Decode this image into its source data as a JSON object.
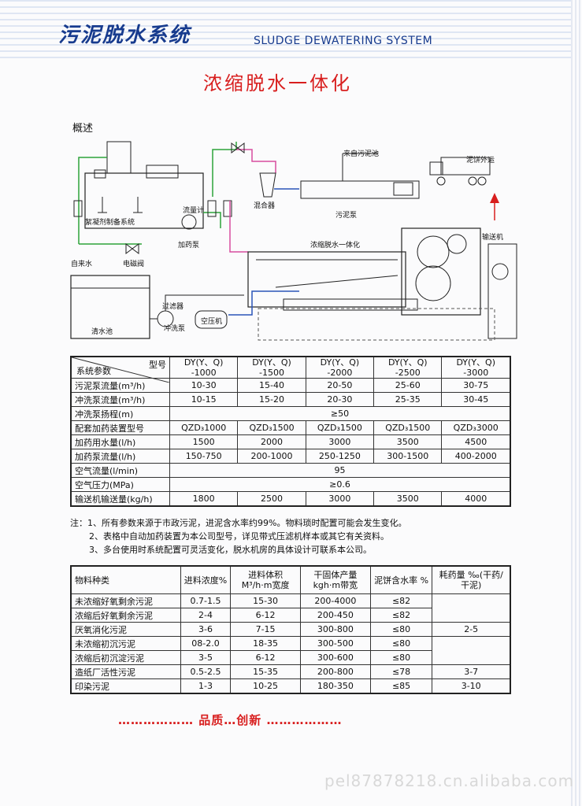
{
  "header": {
    "title_cn": "污泥脱水系统",
    "title_en": "SLUDGE DEWATERING SYSTEM"
  },
  "page_title": "浓缩脱水一体化",
  "section_label": "概述",
  "diagram_labels": {
    "flocculant_system": "絮凝剂制备系统",
    "flowmeter": "流量计",
    "dosing_pump": "加药泵",
    "tap_water": "自来水",
    "solenoid_valve": "电磁阀",
    "mixer": "混合器",
    "from_sludge_tank": "来自污泥池",
    "sludge_pump": "污泥泵",
    "cake_out": "泥饼外运",
    "conveyor": "输送机",
    "integrated_unit": "浓缩脱水一体化",
    "filter": "过滤器",
    "wash_pump": "冲洗泵",
    "air_compressor": "空压机",
    "clear_water_tank": "清水池"
  },
  "spec_table": {
    "header_top": "型号",
    "header_bottom": "系统参数",
    "models": [
      {
        "line1": "DY(Y、Q)",
        "line2": "-1000"
      },
      {
        "line1": "DY(Y、Q)",
        "line2": "-1500"
      },
      {
        "line1": "DY(Y、Q)",
        "line2": "-2000"
      },
      {
        "line1": "DY(Y、Q)",
        "line2": "-2500"
      },
      {
        "line1": "DY(Y、Q)",
        "line2": "-3000"
      }
    ],
    "rows": [
      {
        "label": "污泥泵流量(m³/h)",
        "values": [
          "10-30",
          "15-40",
          "20-50",
          "25-60",
          "30-75"
        ]
      },
      {
        "label": "冲洗泵流量(m³/h)",
        "values": [
          "10-15",
          "15-20",
          "20-30",
          "25-35",
          "30-45"
        ]
      },
      {
        "label": "冲洗泵扬程(m)",
        "merged": "≥50"
      },
      {
        "label": "配套加药装置型号",
        "values": [
          "QZD₃1000",
          "QZD₃1500",
          "QZD₃1500",
          "QZD₃1500",
          "QZD₃3000"
        ]
      },
      {
        "label": "加药用水量(l/h)",
        "values": [
          "1500",
          "2000",
          "3000",
          "3500",
          "4500"
        ]
      },
      {
        "label": "加药泵流量(l/h)",
        "values": [
          "150-750",
          "200-1000",
          "250-1250",
          "300-1500",
          "400-2000"
        ]
      },
      {
        "label": "空气流量(l/min)",
        "merged": "95"
      },
      {
        "label": "空气压力(MPa)",
        "merged": "≥0.6"
      },
      {
        "label": "输送机输送量(kg/h)",
        "values": [
          "1800",
          "2500",
          "3000",
          "3500",
          "4000"
        ]
      }
    ]
  },
  "notes": [
    "注：1、所有参数来源于市政污泥，进泥含水率约99%。物料琐时配置可能会发生变化。",
    "2、表格中自动加药装置为本公司型号，详见带式压滤机样本或其它有关资料。",
    "3、多台使用时系统配置可灵活变化，脱水机房的具体设计可联系本公司。"
  ],
  "material_table": {
    "headers": [
      "物料种类",
      "进料浓度%",
      "进料体积 M³/h·m宽度",
      "干固体产量 kgh·m带宽",
      "泥饼含水率 %",
      "耗药量 ‰(干药/干泥)"
    ],
    "rows": [
      [
        "未浓缩好氧剩余污泥",
        "0.7-1.5",
        "15-30",
        "200-4000",
        "≤82"
      ],
      [
        "浓缩后好氧剩余污泥",
        "2-4",
        "6-12",
        "200-450",
        "≤82"
      ],
      [
        "厌氧消化污泥",
        "3-6",
        "7-15",
        "300-800",
        "≤80"
      ],
      [
        "未浓缩初沉污泥",
        "08-2.0",
        "18-35",
        "300-500",
        "≤80"
      ],
      [
        "浓缩后初沉淀污泥",
        "3-5",
        "6-12",
        "300-600",
        "≤80"
      ],
      [
        "造纸厂活性污泥",
        "0.5-2.5",
        "15-35",
        "200-800",
        "≤78"
      ],
      [
        "印染污泥",
        "1-3",
        "10-25",
        "180-350",
        "≤85"
      ]
    ],
    "dosage": [
      "2-5",
      "3-7",
      "3-10"
    ]
  },
  "footer": {
    "slogan": "……………… 品质…创新 ………………"
  },
  "watermark": "pel87878218.cn.alibaba.com"
}
